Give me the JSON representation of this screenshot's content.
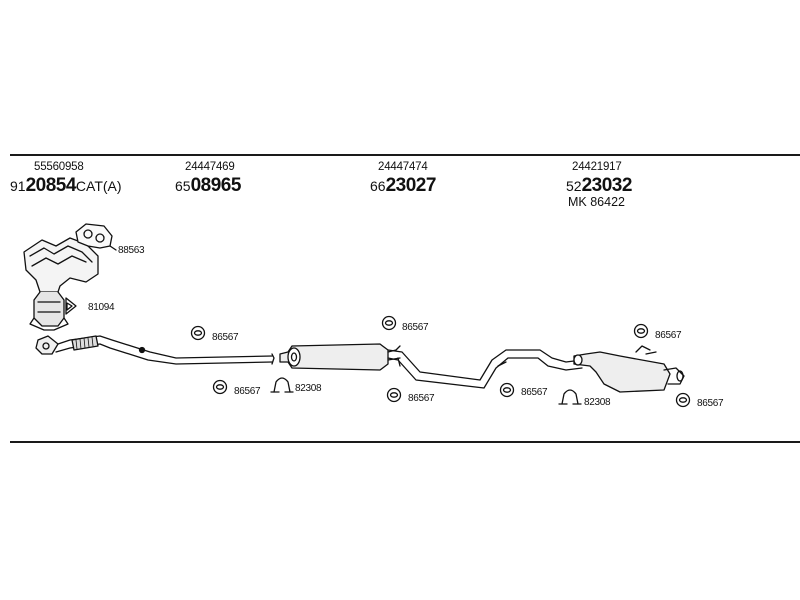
{
  "groups": [
    {
      "top": "55560958",
      "main_prefix": "91",
      "main_bold": "20854",
      "main_suffix": "CAT(A)"
    },
    {
      "top": "24447469",
      "main_prefix": "65",
      "main_bold": "08965",
      "main_suffix": ""
    },
    {
      "top": "24447474",
      "main_prefix": "66",
      "main_bold": "23027",
      "main_suffix": ""
    },
    {
      "top": "24421917",
      "main_prefix": "52",
      "main_bold": "23032",
      "main_suffix": "",
      "extra": "MK  86422"
    }
  ],
  "labels": {
    "gasket": "88563",
    "ring": "81094",
    "hanger1": "86567",
    "hanger2": "86567",
    "clamp1": "82308",
    "hanger3": "86567",
    "hanger4": "86567",
    "hanger5": "86567",
    "hanger6": "86567",
    "clamp2": "82308",
    "hanger7": "86567"
  }
}
